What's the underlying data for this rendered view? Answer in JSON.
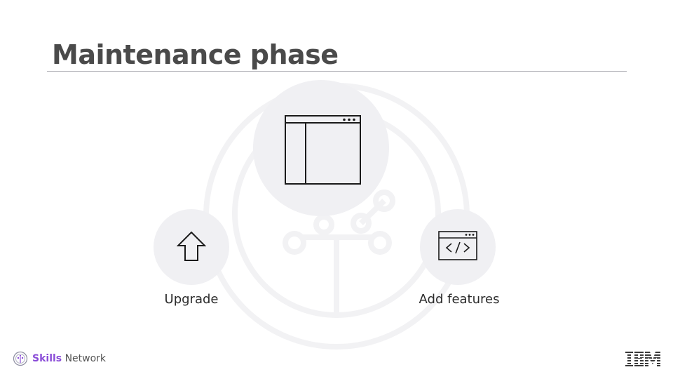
{
  "slide": {
    "title": "Maintenance phase"
  },
  "items": {
    "upgrade": {
      "label": "Upgrade",
      "icon": "up-arrow-icon"
    },
    "add_features": {
      "label": "Add features",
      "icon": "code-window-icon"
    },
    "main": {
      "icon": "browser-window-icon"
    }
  },
  "footer": {
    "brand_strong": "Skills",
    "brand_rest": " Network",
    "logo": "IBM"
  },
  "colors": {
    "bubble": "#f0f0f3",
    "accent": "#8b4dd8",
    "title": "#4a4a4a"
  }
}
